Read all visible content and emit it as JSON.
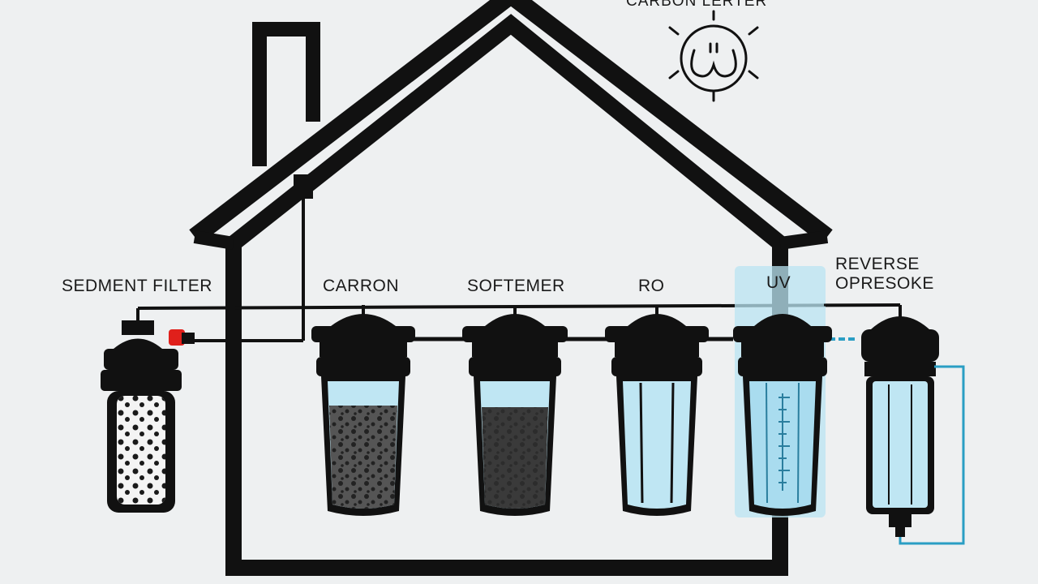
{
  "labels": {
    "top_icon_label": "CARBON LERTER",
    "sediment": "SEDMENT FILTER",
    "carbon": "CARRON",
    "softener": "SOFTEMER",
    "ro": "RO",
    "uv": "UV",
    "reverse_osmosis_line1": "REVERSE",
    "reverse_osmosis_line2": "OPRESOKE"
  },
  "colors": {
    "background": "#eef0f1",
    "outline": "#111111",
    "water": "#bfe6f3",
    "uv_glow": "#b9e4f2",
    "pipe_blue": "#2a9ec4",
    "valve_red": "#e0201b"
  },
  "icons": {
    "top_icon": "sun-face-icon"
  }
}
